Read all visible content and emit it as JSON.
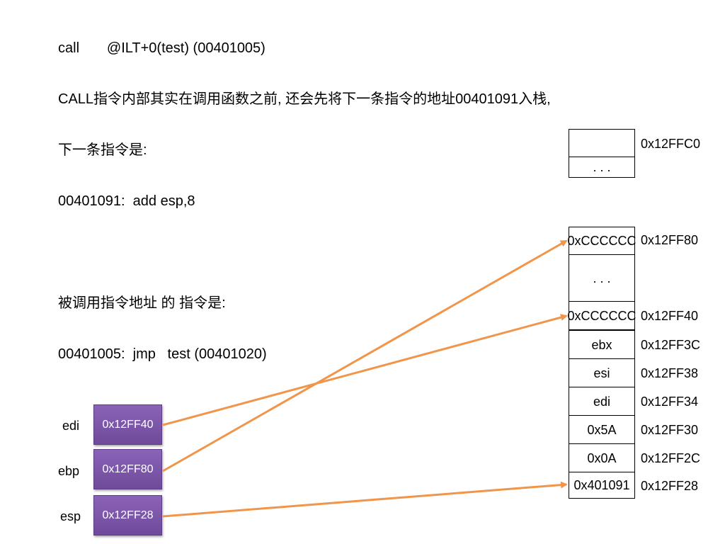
{
  "instructions": {
    "lines": [
      "call       @ILT+0(test) (00401005)",
      "CALL指令内部其实在调用函数之前, 还会先将下一条指令的地址00401091入栈,",
      "下一条指令是:",
      "00401091:  add esp,8",
      "",
      "被调用指令地址 的 指令是:",
      "00401005:  jmp   test (00401020)"
    ]
  },
  "stack": [
    {
      "value": "",
      "address": "0x12FFC0"
    },
    {
      "value": ". . .",
      "address": ""
    },
    {
      "value": "0xCCCCCC",
      "address": "0x12FF80"
    },
    {
      "value": ". . .",
      "address": ""
    },
    {
      "value": "0xCCCCCC",
      "address": "0x12FF40"
    },
    {
      "value": "ebx",
      "address": "0x12FF3C"
    },
    {
      "value": "esi",
      "address": "0x12FF38"
    },
    {
      "value": "edi",
      "address": "0x12FF34"
    },
    {
      "value": "0x5A",
      "address": "0x12FF30"
    },
    {
      "value": "0x0A",
      "address": "0x12FF2C"
    },
    {
      "value": "0x401091",
      "address": "0x12FF28"
    }
  ],
  "registers": [
    {
      "name": "edi",
      "value": "0x12FF40"
    },
    {
      "name": "ebp",
      "value": "0x12FF80"
    },
    {
      "name": "esp",
      "value": "0x12FF28"
    }
  ],
  "colors": {
    "arrow": "#f0954a",
    "register": "#7b55a8"
  }
}
